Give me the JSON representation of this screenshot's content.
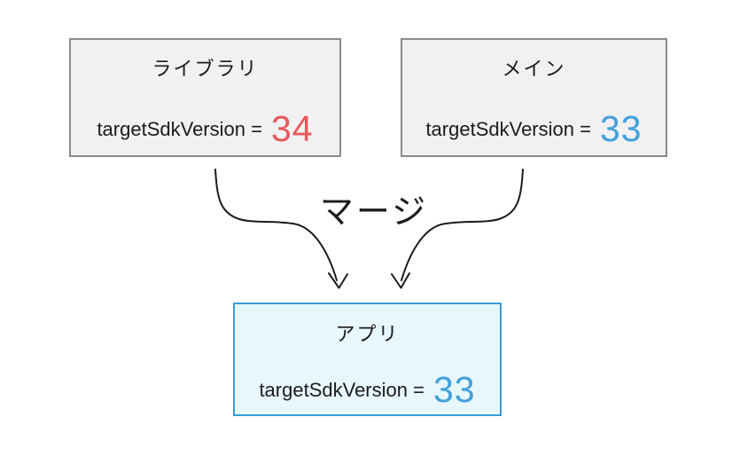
{
  "merge_label": "マージ",
  "colors": {
    "red": "#e8575c",
    "blue": "#42a1db",
    "box_fill_gray": "#f1f1f2",
    "box_border_gray": "#8b8b8b",
    "box_fill_blue": "#e8f6fd",
    "box_border_blue": "#3c9cd7",
    "arrow": "#1b1b1d",
    "text": "#1b1b1d"
  },
  "nodes": {
    "library": {
      "title": "ライブラリ",
      "label": "targetSdkVersion =",
      "value": "34"
    },
    "main": {
      "title": "メイン",
      "label": "targetSdkVersion =",
      "value": "33"
    },
    "app": {
      "title": "アプリ",
      "label": "targetSdkVersion =",
      "value": "33"
    }
  }
}
